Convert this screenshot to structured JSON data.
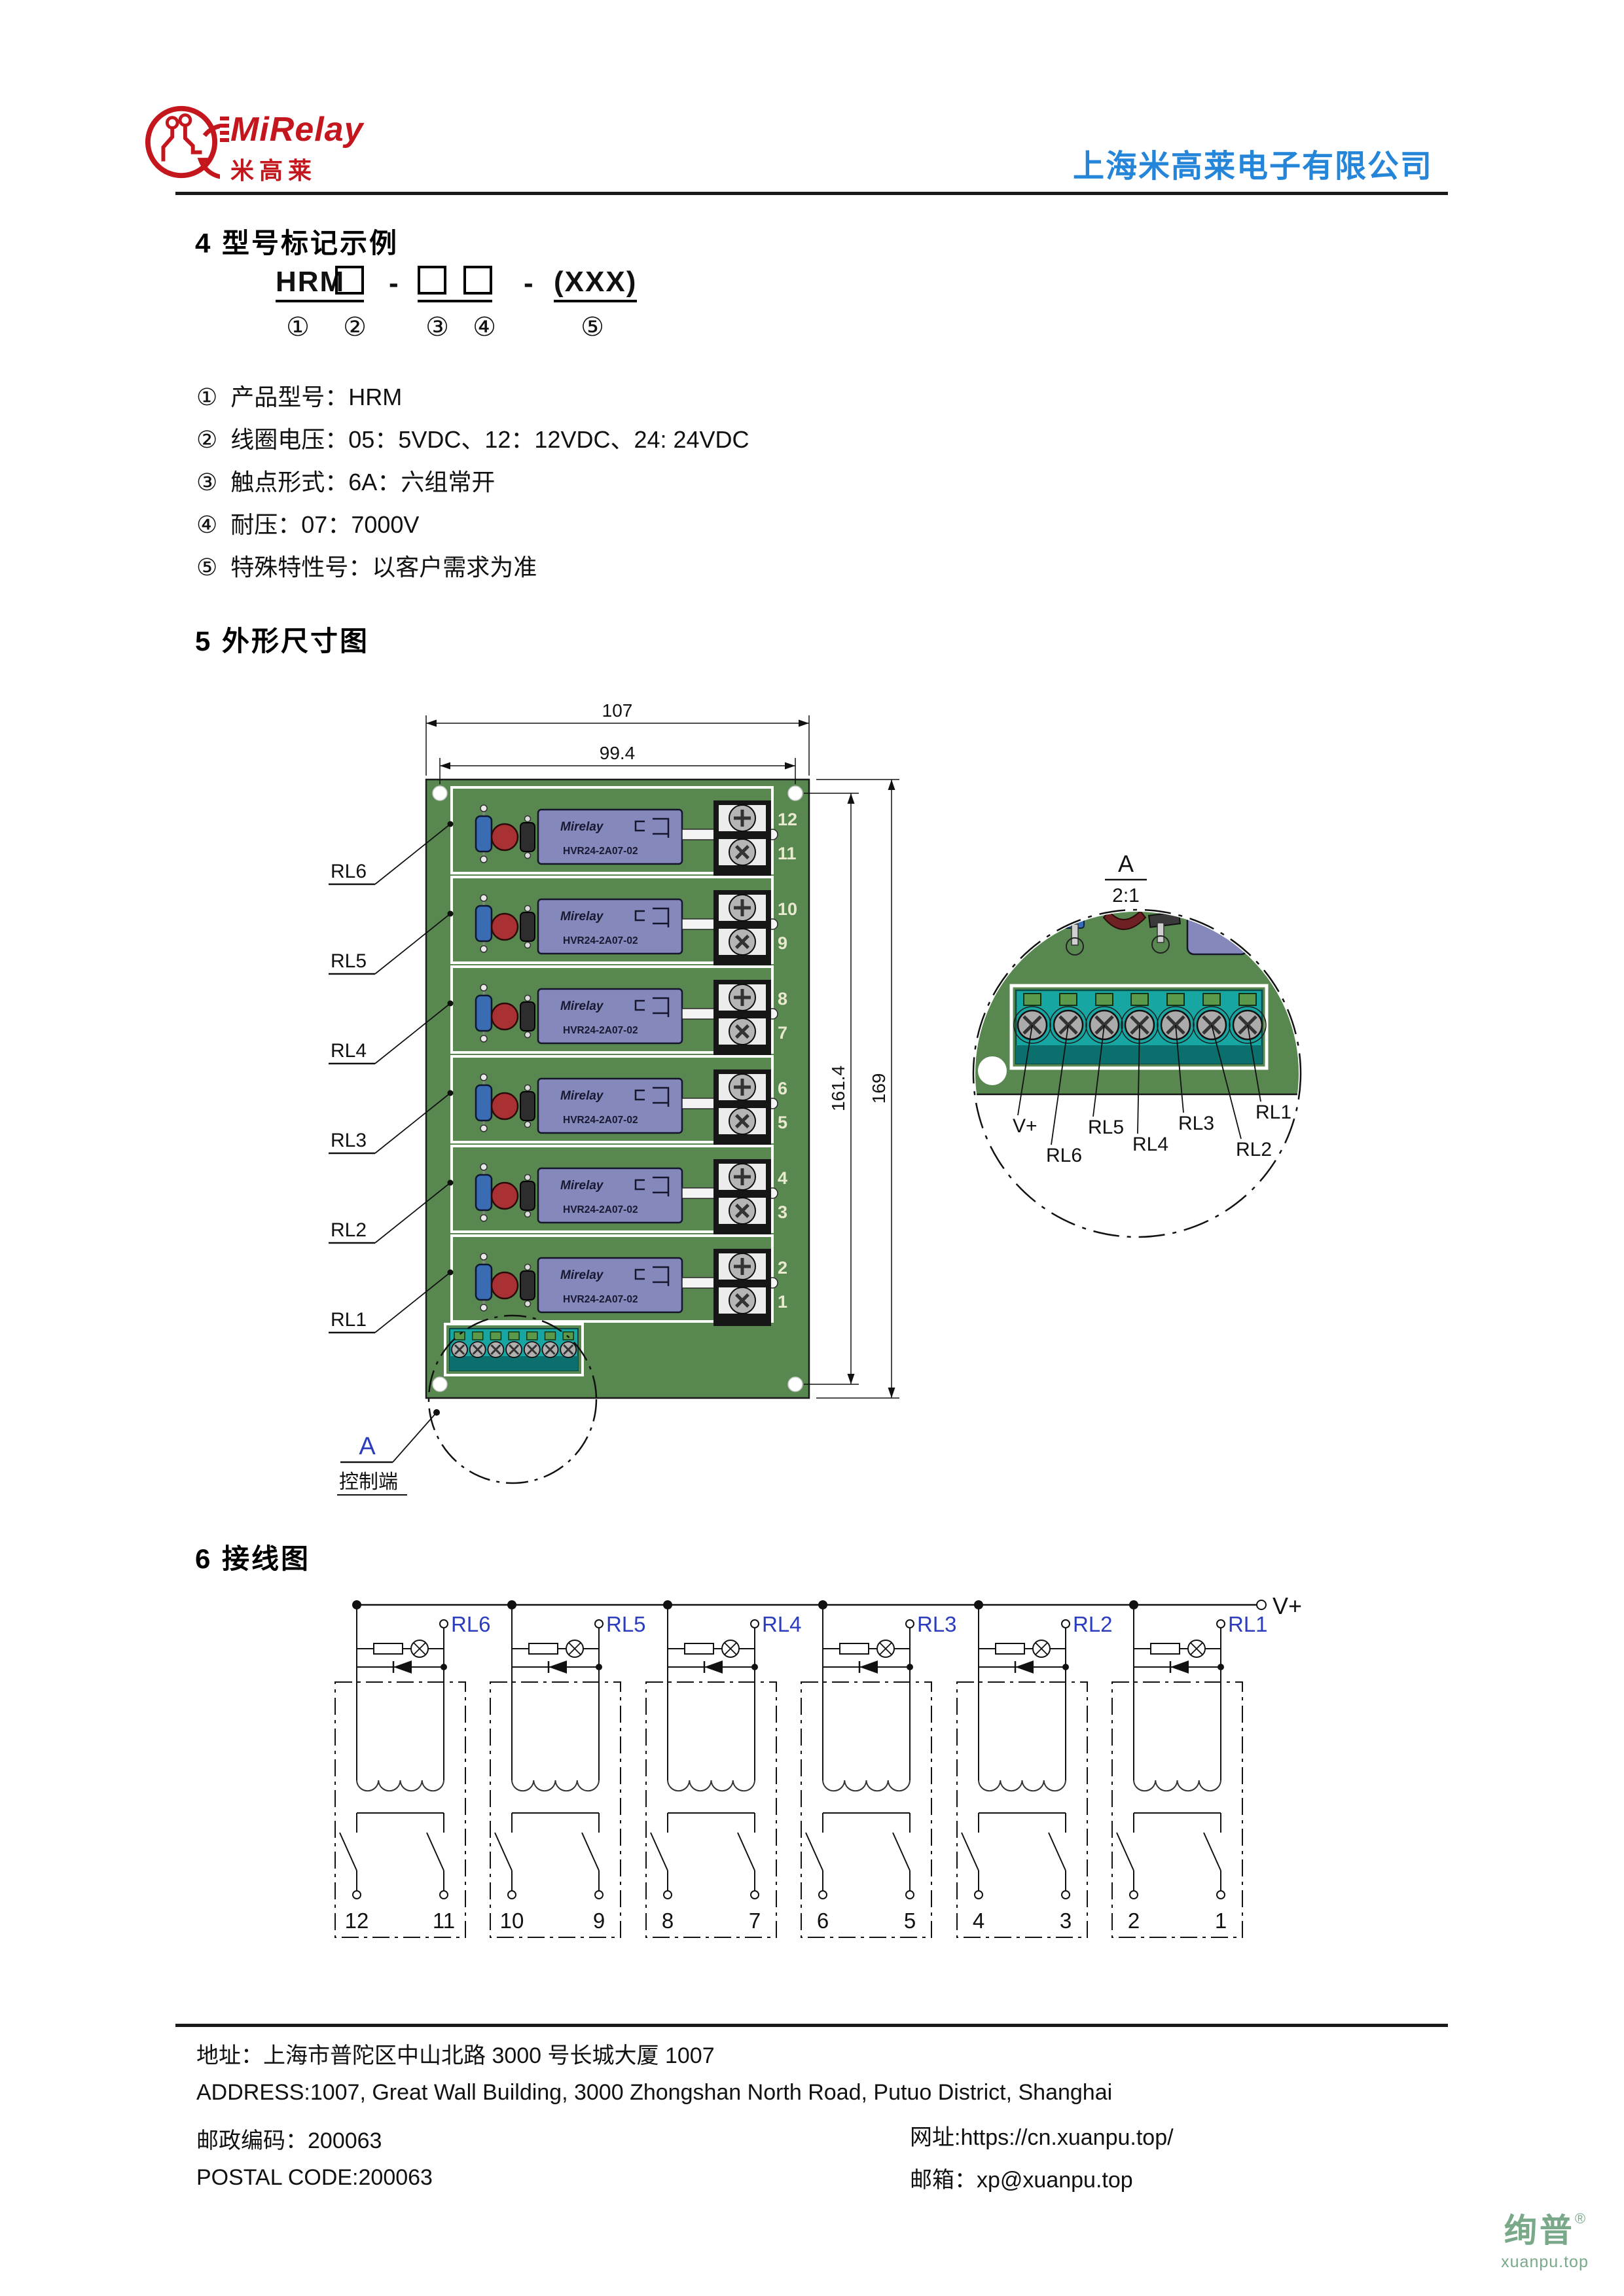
{
  "header": {
    "logo_wordmark": "MiRelay",
    "logo_cn": "米高莱",
    "company": "上海米高莱电子有限公司"
  },
  "section4": {
    "heading": "4  型号标记示例",
    "model": {
      "prefix": "HRM",
      "dash1": "-",
      "dash2": "-",
      "suffix": "(XXX)",
      "circles": [
        "①",
        "②",
        "③",
        "④",
        "⑤"
      ]
    },
    "items": [
      {
        "num": "①",
        "text": "产品型号：HRM"
      },
      {
        "num": "②",
        "text": "线圈电压：05：5VDC、12：12VDC、24: 24VDC"
      },
      {
        "num": "③",
        "text": "触点形式：6A：六组常开"
      },
      {
        "num": "④",
        "text": "耐压：07：7000V"
      },
      {
        "num": "⑤",
        "text": "特殊特性号：以客户需求为准"
      }
    ]
  },
  "section5": {
    "heading": "5  外形尺寸图",
    "dimensions": {
      "overall_width": "107",
      "hole_span_width": "99.4",
      "hole_span_height": "161.4",
      "overall_height": "169"
    },
    "relay_labels": [
      "RL6",
      "RL5",
      "RL4",
      "RL3",
      "RL2",
      "RL1"
    ],
    "terminal_numbers": [
      [
        "12",
        "11"
      ],
      [
        "10",
        "9"
      ],
      [
        "8",
        "7"
      ],
      [
        "6",
        "5"
      ],
      [
        "4",
        "3"
      ],
      [
        "2",
        "1"
      ]
    ],
    "relay_brand": "Mirelay",
    "relay_model": "HVR24-2A07-02",
    "callout_letter": "A",
    "callout_label": "控制端",
    "detail": {
      "title": "A",
      "scale": "2:1",
      "pin_labels": [
        "V+",
        "RL6",
        "RL5",
        "RL4",
        "RL3",
        "RL2",
        "RL1"
      ]
    }
  },
  "section6": {
    "heading": "6  接线图",
    "supply_label": "V+",
    "units": [
      {
        "label": "RL6",
        "terminals": [
          "12",
          "11"
        ]
      },
      {
        "label": "RL5",
        "terminals": [
          "10",
          "9"
        ]
      },
      {
        "label": "RL4",
        "terminals": [
          "8",
          "7"
        ]
      },
      {
        "label": "RL3",
        "terminals": [
          "6",
          "5"
        ]
      },
      {
        "label": "RL2",
        "terminals": [
          "4",
          "3"
        ]
      },
      {
        "label": "RL1",
        "terminals": [
          "2",
          "1"
        ]
      }
    ]
  },
  "footer": {
    "address_cn": "地址：上海市普陀区中山北路 3000 号长城大厦 1007",
    "address_en": "ADDRESS:1007, Great Wall Building, 3000 Zhongshan North Road, Putuo District, Shanghai",
    "postal_cn": "邮政编码：200063",
    "postal_en": "POSTAL CODE:200063",
    "website": "网址:https://cn.xuanpu.top/",
    "email": "邮箱：xp@xuanpu.top",
    "brand_name": "绚普",
    "brand_reg": "®",
    "brand_domain": "xuanpu.top"
  },
  "colors": {
    "company_blue": "#2585d8",
    "logo_red": "#c4161d",
    "board_green": "#588750",
    "relay_purple": "#8588bb",
    "terminal_teal": "#17a6a1",
    "teal_dark": "#0b6f6d",
    "wiring_label_blue": "#2b3cbf",
    "brand_green": "#7aa98a",
    "number_cream": "#e9e9cf"
  }
}
